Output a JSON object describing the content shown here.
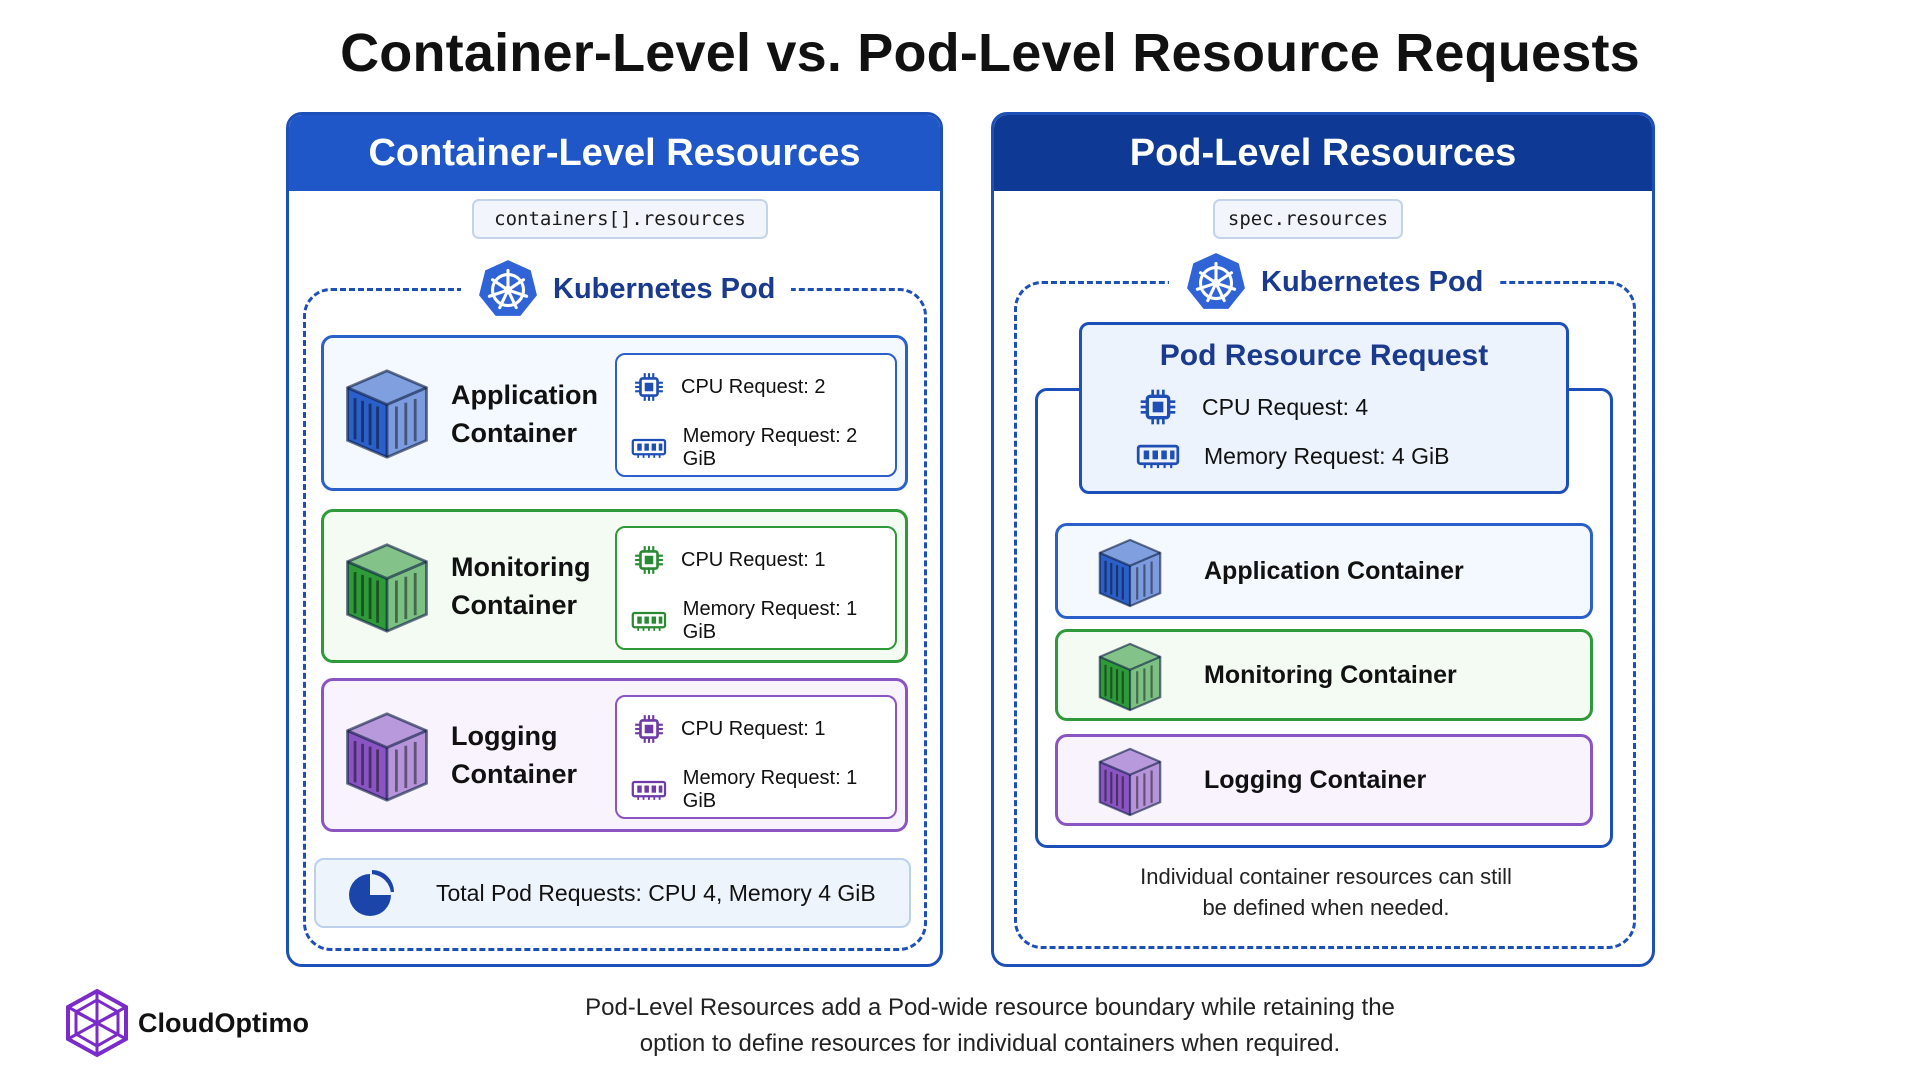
{
  "title": "Container-Level vs. Pod-Level Resource Requests",
  "left_panel": {
    "header": "Container-Level Resources",
    "code": "containers[].resources",
    "pod_label": "Kubernetes Pod",
    "containers": [
      {
        "name_line1": "Application",
        "name_line2": "Container",
        "cpu": "CPU Request: 2",
        "memory": "Memory Request: 2 GiB",
        "color": "#2b5fc9"
      },
      {
        "name_line1": "Monitoring",
        "name_line2": "Container",
        "cpu": "CPU Request: 1",
        "memory": "Memory Request: 1 GiB",
        "color": "#2f9a3a"
      },
      {
        "name_line1": "Logging",
        "name_line2": "Container",
        "cpu": "CPU Request: 1",
        "memory": "Memory Request: 1 GiB",
        "color": "#8a55c2"
      }
    ],
    "total": "Total Pod Requests:  CPU 4, Memory 4 GiB"
  },
  "right_panel": {
    "header": "Pod-Level Resources",
    "code": "spec.resources",
    "pod_label": "Kubernetes Pod",
    "pod_request": {
      "title": "Pod Resource Request",
      "cpu": "CPU Request: 4",
      "memory": "Memory Request: 4 GiB"
    },
    "containers": [
      {
        "name": "Application Container",
        "color": "#2b5fc9"
      },
      {
        "name": "Monitoring Container",
        "color": "#2f9a3a"
      },
      {
        "name": "Logging Container",
        "color": "#8a55c2"
      }
    ],
    "note_line1": "Individual container resources can still",
    "note_line2": "be defined when needed."
  },
  "footer": {
    "line1": "Pod-Level Resources add a Pod-wide resource boundary while retaining the",
    "line2": "option to define resources for individual containers when required."
  },
  "brand": "CloudOptimo",
  "icons": [
    "kubernetes-icon",
    "container-cube-icon",
    "cpu-chip-icon",
    "memory-icon",
    "pie-chart-icon",
    "cloudoptimo-logo-icon"
  ],
  "colors": {
    "primary": "#1f57c8",
    "dark": "#0e3a95",
    "green": "#2f9a3a",
    "purple": "#8a55c2",
    "brand": "#7a2bc9"
  }
}
